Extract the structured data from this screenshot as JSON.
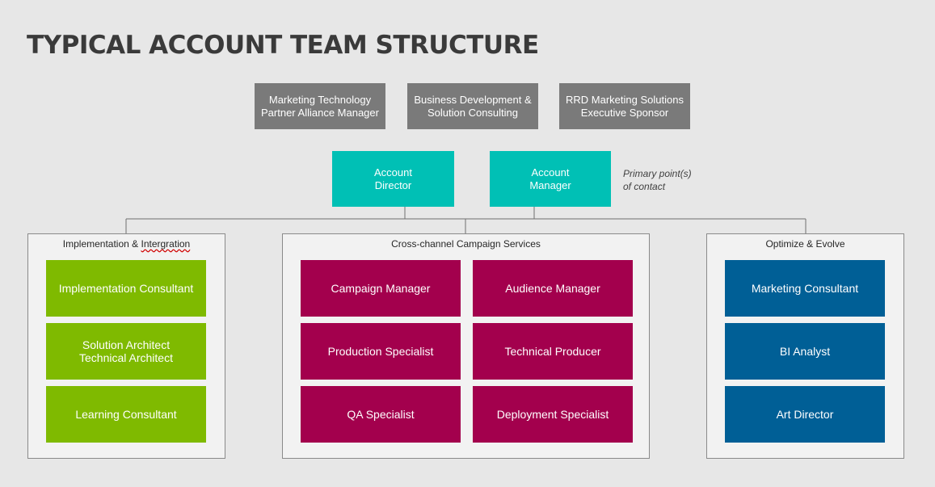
{
  "title": "TYPICAL ACCOUNT TEAM STRUCTURE",
  "colors": {
    "background": "#e7e7e7",
    "gray_box": "#7a7a7a",
    "teal_box": "#00c0b5",
    "green_box": "#7fba00",
    "magenta_box": "#a3004d",
    "blue_box": "#005f96"
  },
  "top_roles": [
    {
      "line1": "Marketing Technology",
      "line2": "Partner Alliance Manager"
    },
    {
      "line1": "Business Development &",
      "line2": "Solution Consulting"
    },
    {
      "line1": "RRD Marketing Solutions",
      "line2": "Executive Sponsor"
    }
  ],
  "account_roles": [
    {
      "line1": "Account",
      "line2": "Director"
    },
    {
      "line1": "Account",
      "line2": "Manager"
    }
  ],
  "contact_note": {
    "line1": "Primary point(s)",
    "line2": "of contact"
  },
  "groups": {
    "implementation": {
      "title_prefix": "Implementation & ",
      "title_misspelled": "Intergration",
      "roles": [
        {
          "line1": "Implementation Consultant"
        },
        {
          "line1": "Solution Architect",
          "line2": "Technical Architect"
        },
        {
          "line1": "Learning Consultant"
        }
      ]
    },
    "campaign": {
      "title": "Cross-channel Campaign Services",
      "roles": [
        "Campaign Manager",
        "Audience Manager",
        "Production Specialist",
        "Technical Producer",
        "QA Specialist",
        "Deployment Specialist"
      ]
    },
    "optimize": {
      "title": "Optimize & Evolve",
      "roles": [
        "Marketing Consultant",
        "BI Analyst",
        "Art Director"
      ]
    }
  }
}
